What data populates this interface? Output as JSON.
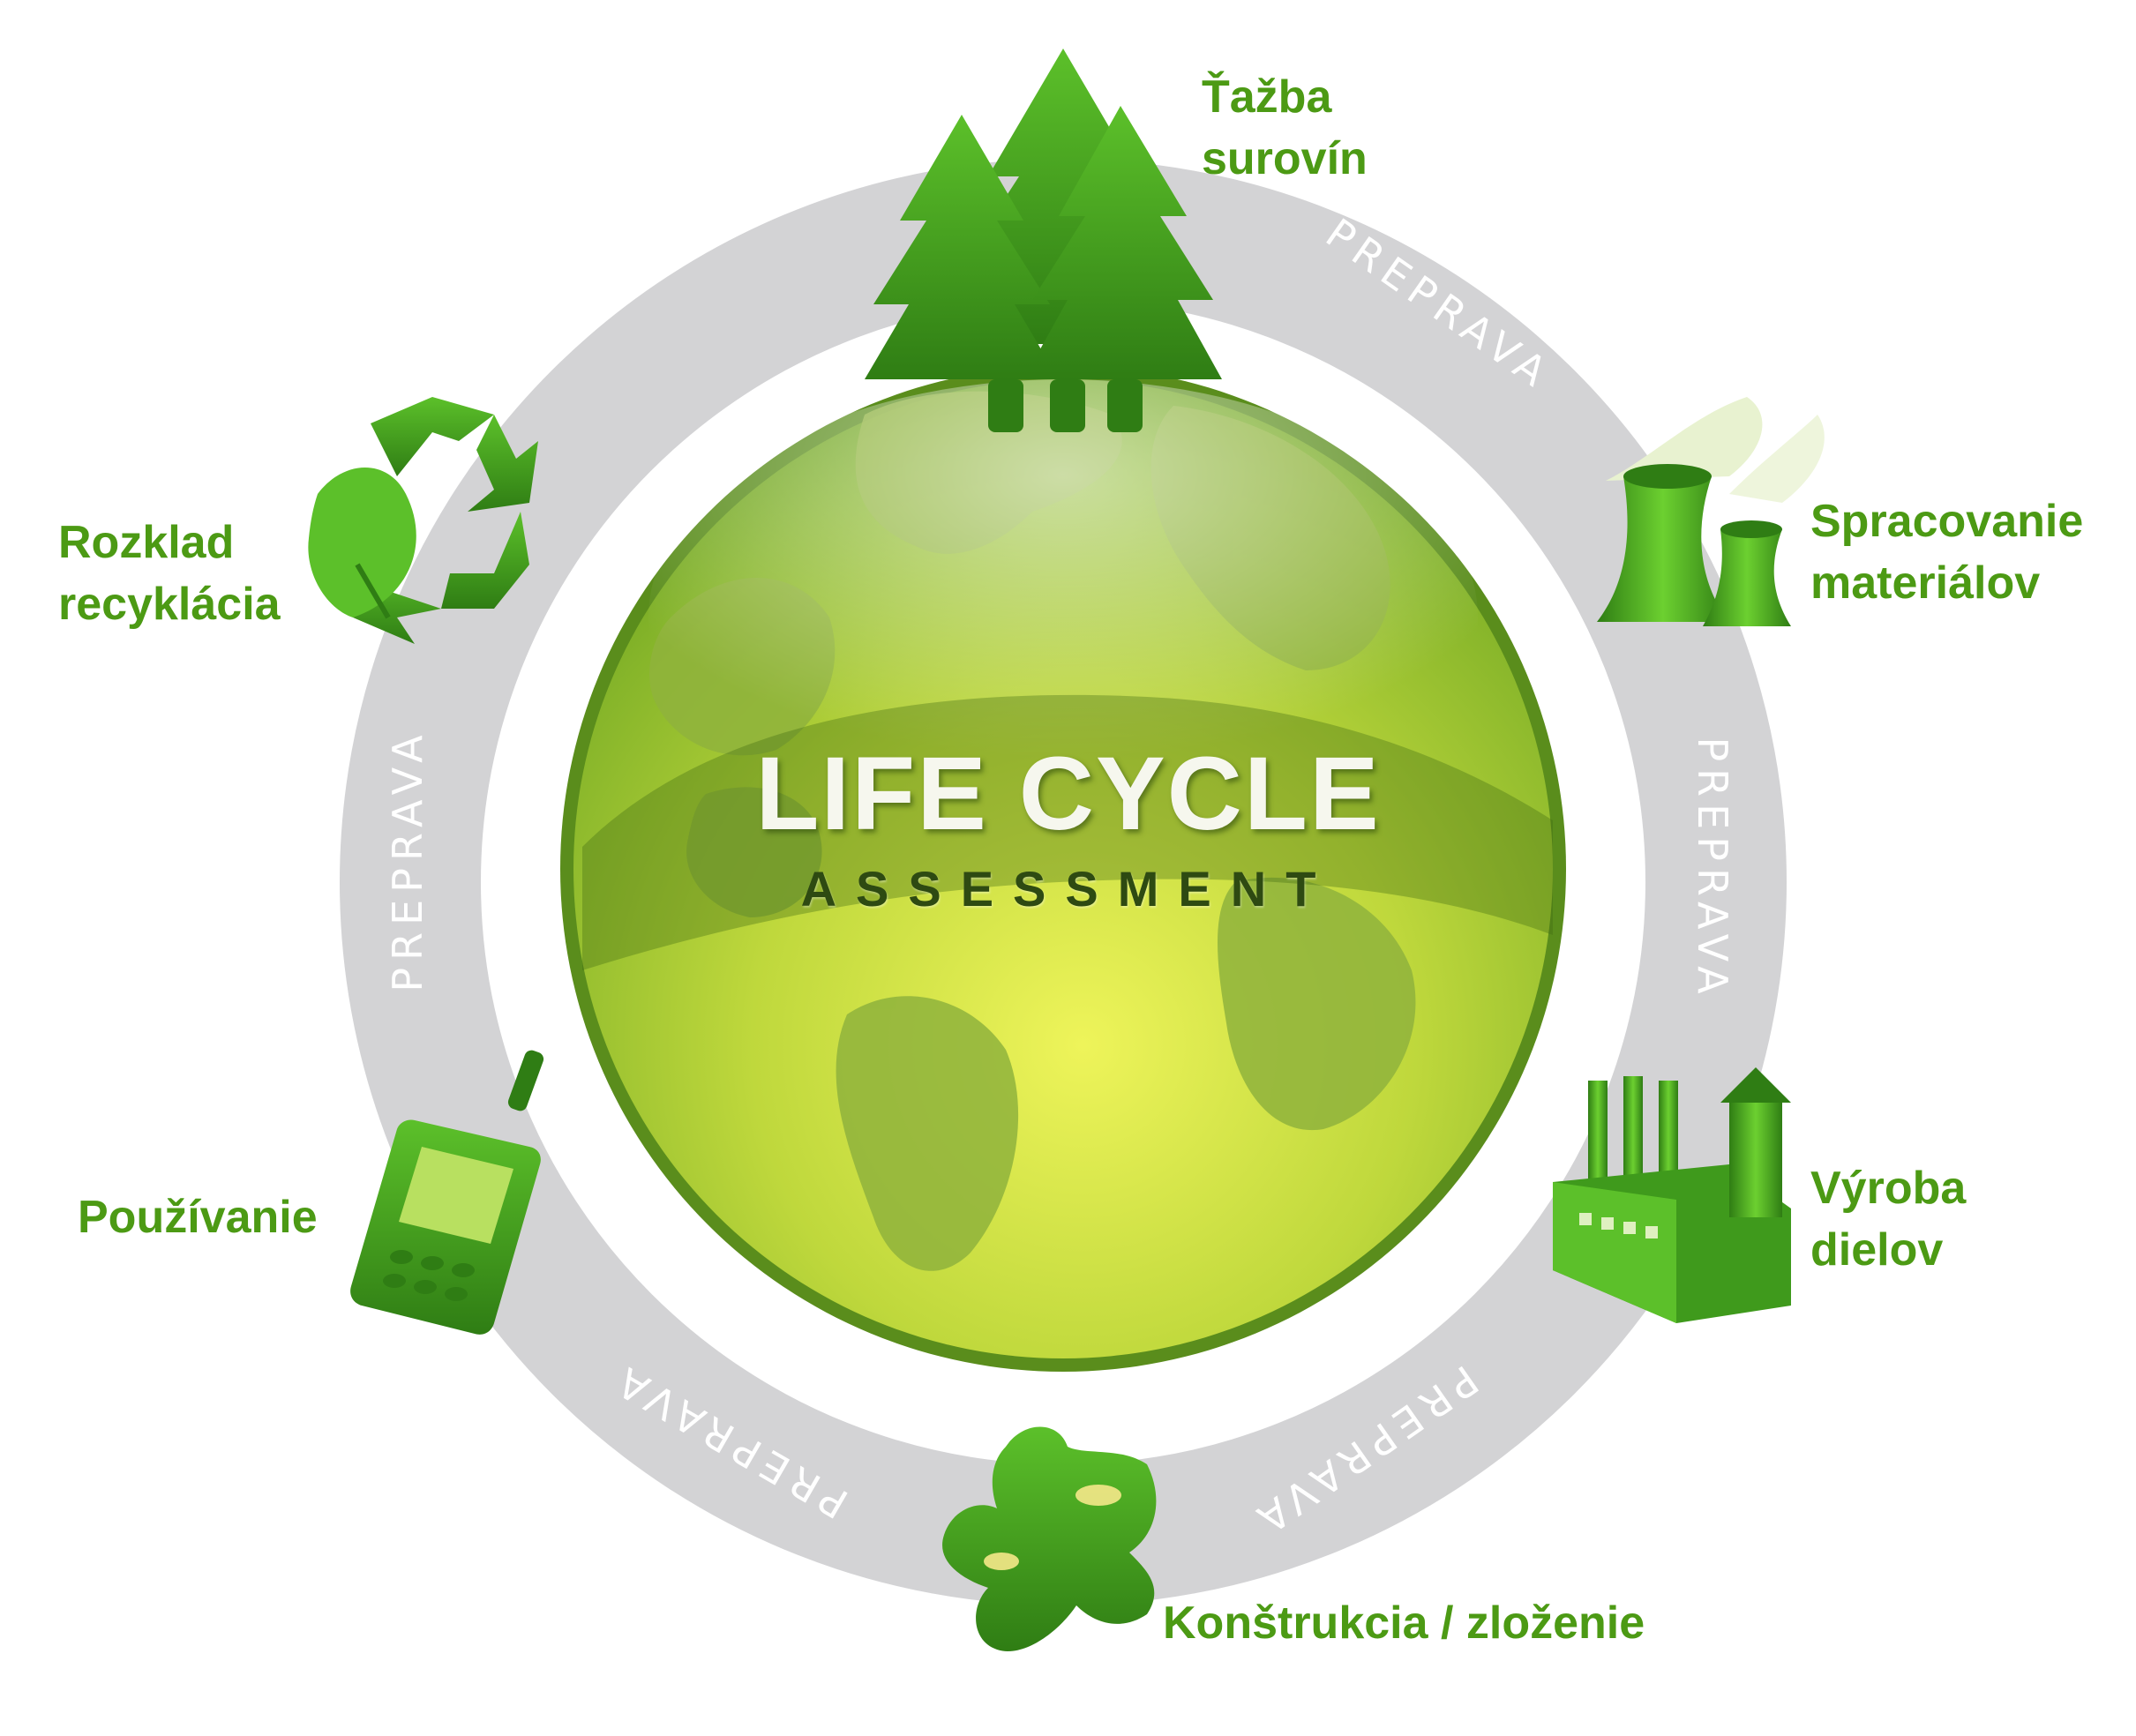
{
  "center": {
    "title": "LIFE CYCLE",
    "subtitle": "ASSESSMENT"
  },
  "ring": {
    "transport_label": "PREPRAVA"
  },
  "stages": [
    {
      "id": "extraction",
      "icon": "trees-icon",
      "lines": [
        "Ťažba",
        "surovín"
      ]
    },
    {
      "id": "processing",
      "icon": "cooling-towers-icon",
      "lines": [
        "Spracovanie",
        "materiálov"
      ]
    },
    {
      "id": "manufacturing",
      "icon": "factory-icon",
      "lines": [
        "Výroba",
        "dielov"
      ]
    },
    {
      "id": "assembly",
      "icon": "puzzle-piece-icon",
      "lines": [
        "Konštrukcia / zloženie"
      ]
    },
    {
      "id": "use",
      "icon": "mobile-phone-icon",
      "lines": [
        "Používanie"
      ]
    },
    {
      "id": "disposal",
      "icon": "recycle-icon",
      "lines": [
        "Rozklad",
        "recyklácia"
      ]
    }
  ],
  "colors": {
    "label_green": "#4c9a14",
    "ring_gray": "#d2d2d4",
    "icon_green": "#3f9a1c",
    "globe_dark": "#6aa51f",
    "globe_light": "#e6ef4a"
  }
}
